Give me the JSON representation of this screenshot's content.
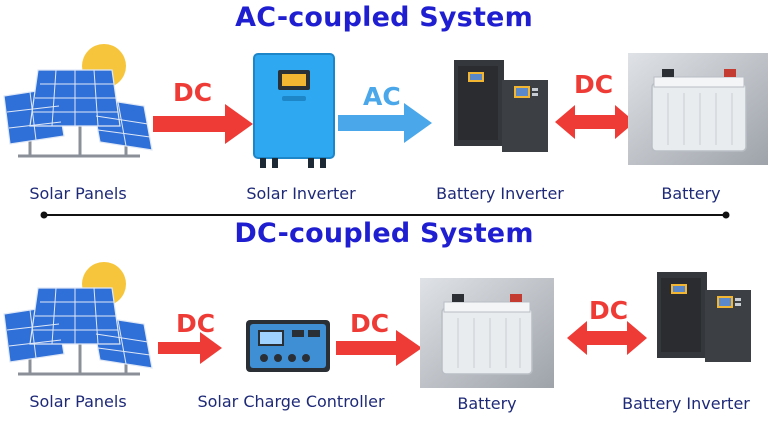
{
  "colors": {
    "title": "#1f1fd1",
    "label": "#1e2a78",
    "dc_arrow": "#ef3b36",
    "ac_arrow": "#49a7ea",
    "panel": "#2f6fd8",
    "sun": "#f7c53c",
    "inverter": "#2ea8f0",
    "battery_case": "#e9ecef"
  },
  "ac_section": {
    "title": "AC-coupled System",
    "components": [
      {
        "label": "Solar Panels",
        "icon": "solar-panels-icon"
      },
      {
        "label": "Solar Inverter",
        "icon": "solar-inverter-icon"
      },
      {
        "label": "Battery Inverter",
        "icon": "battery-inverter-icon"
      },
      {
        "label": "Battery",
        "icon": "battery-icon"
      }
    ],
    "flows": [
      {
        "label": "DC",
        "type": "dc",
        "direction": "right"
      },
      {
        "label": "AC",
        "type": "ac",
        "direction": "right"
      },
      {
        "label": "DC",
        "type": "dc",
        "direction": "both"
      }
    ]
  },
  "dc_section": {
    "title": "DC-coupled System",
    "components": [
      {
        "label": "Solar Panels",
        "icon": "solar-panels-icon"
      },
      {
        "label": "Solar Charge Controller",
        "icon": "charge-controller-icon"
      },
      {
        "label": "Battery",
        "icon": "battery-icon"
      },
      {
        "label": "Battery Inverter",
        "icon": "battery-inverter-icon"
      }
    ],
    "flows": [
      {
        "label": "DC",
        "type": "dc",
        "direction": "right"
      },
      {
        "label": "DC",
        "type": "dc",
        "direction": "right"
      },
      {
        "label": "DC",
        "type": "dc",
        "direction": "both"
      }
    ]
  }
}
